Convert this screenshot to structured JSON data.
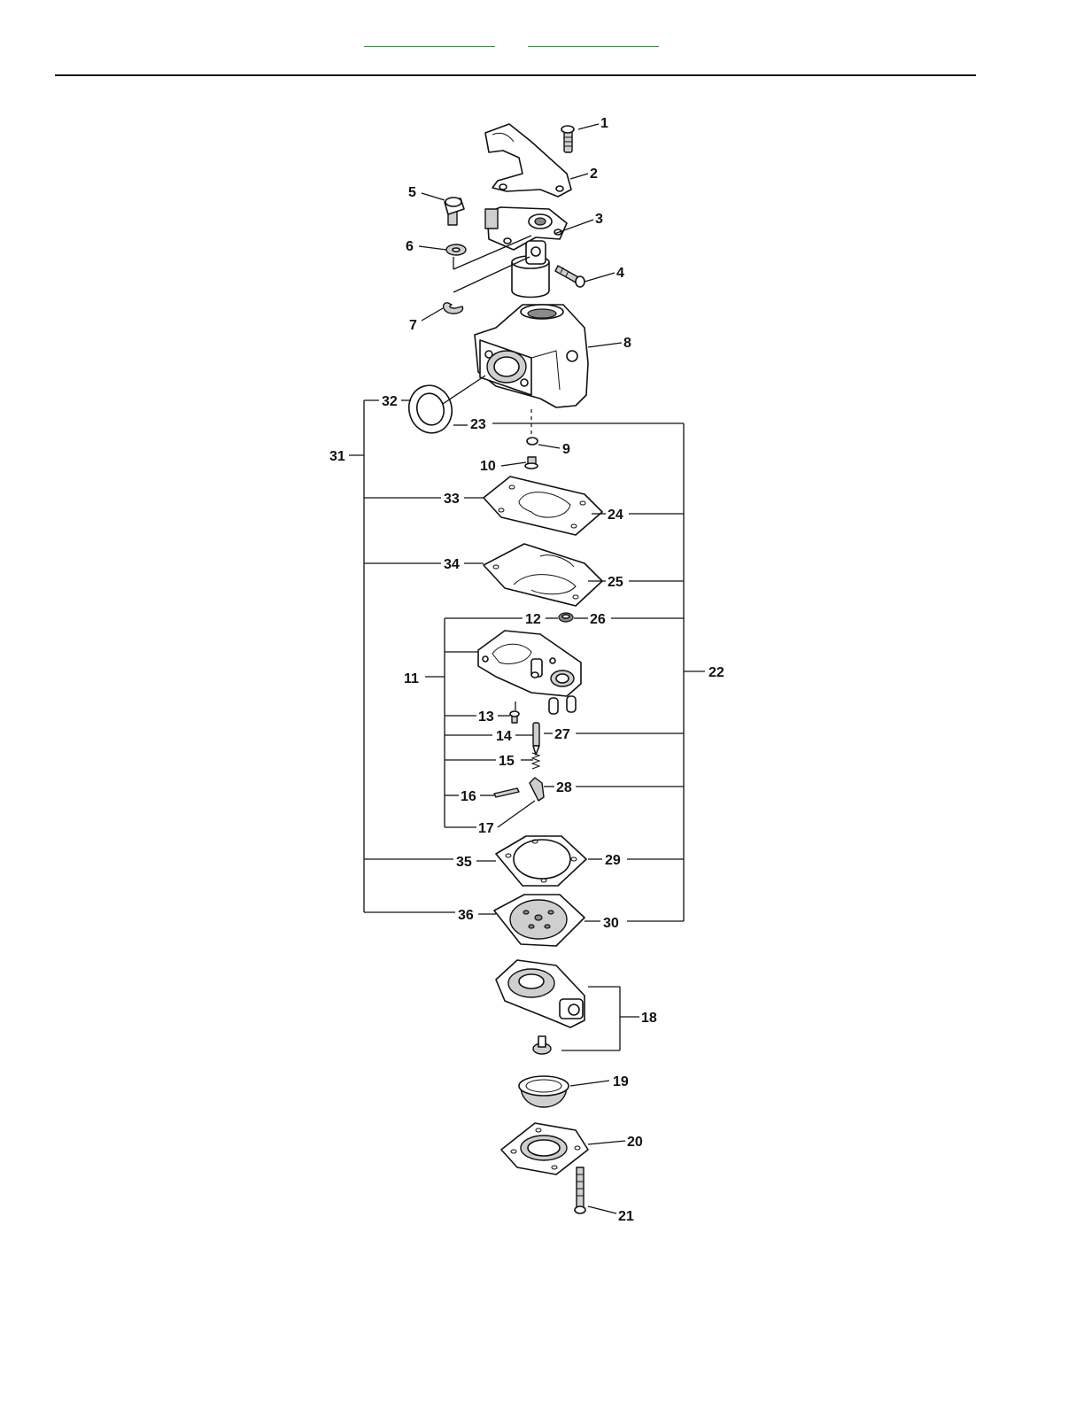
{
  "header": {
    "link_left": "",
    "link_right": ""
  },
  "diagram": {
    "callouts": [
      "1",
      "2",
      "3",
      "4",
      "5",
      "6",
      "7",
      "8",
      "9",
      "10",
      "11",
      "12",
      "13",
      "14",
      "15",
      "16",
      "17",
      "18",
      "19",
      "20",
      "21",
      "22",
      "23",
      "24",
      "25",
      "26",
      "27",
      "28",
      "29",
      "30",
      "31",
      "32",
      "33",
      "34",
      "35",
      "36"
    ]
  },
  "colors": {
    "link": "#2ea02e",
    "ink": "#111111",
    "fill_gray": "#cfcfcf"
  }
}
